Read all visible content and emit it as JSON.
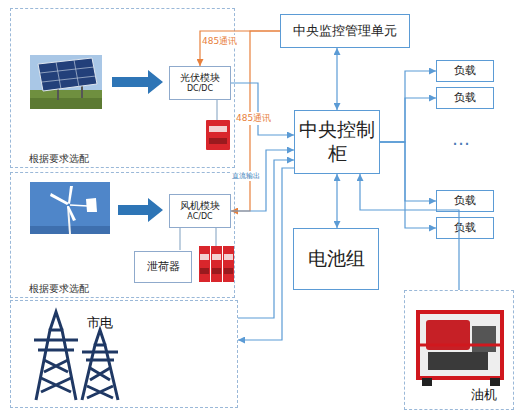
{
  "diagram": {
    "nodes": [
      {
        "text": [
          "根据要求选配"
        ]
      },
      {
        "text": [
          "光伏模块",
          "DC/DC"
        ],
        "in": 0
      },
      {
        "text": [
          "中央监控管理单元"
        ]
      },
      {
        "text": [
          "中央控制柜"
        ]
      },
      {
        "text": [
          "负载"
        ]
      },
      {
        "text": [
          "负载"
        ]
      },
      {
        "text": [
          "负载"
        ]
      },
      {
        "text": [
          "负载"
        ]
      },
      {
        "text": [
          "根据要求选配"
        ]
      },
      {
        "text": [
          "风机模块",
          "AC/DC"
        ],
        "in": 8
      },
      {
        "text": [
          "泄荷器"
        ],
        "in": 8
      },
      {
        "text": [
          "电池组"
        ]
      },
      {
        "text": [
          "市电"
        ]
      },
      {
        "text": [
          "油机"
        ]
      }
    ],
    "edges": [
      {
        "from": 2,
        "to": 1,
        "arrow": "to",
        "label": "485通讯"
      },
      {
        "from": 2,
        "to": 9,
        "arrow": "to",
        "label": "485通讯"
      },
      {
        "from": 2,
        "to": 3,
        "arrow": "both"
      },
      {
        "from": 1,
        "to": 3,
        "arrow": "to"
      },
      {
        "from": 9,
        "to": 3,
        "arrow": "to",
        "label": "直流输出"
      },
      {
        "from": 3,
        "to": 4,
        "arrow": "to"
      },
      {
        "from": 3,
        "to": 5,
        "arrow": "to"
      },
      {
        "from": 3,
        "to": 6,
        "arrow": "to"
      },
      {
        "from": 3,
        "to": 7,
        "arrow": "to"
      },
      {
        "from": 3,
        "to": 11,
        "arrow": "both"
      },
      {
        "from": 3,
        "to": 12,
        "arrow": "to"
      },
      {
        "from": 12,
        "to": 3,
        "arrow": "to"
      },
      {
        "from": 13,
        "to": 3,
        "arrow": "to"
      }
    ],
    "labels": [
      "…"
    ]
  }
}
